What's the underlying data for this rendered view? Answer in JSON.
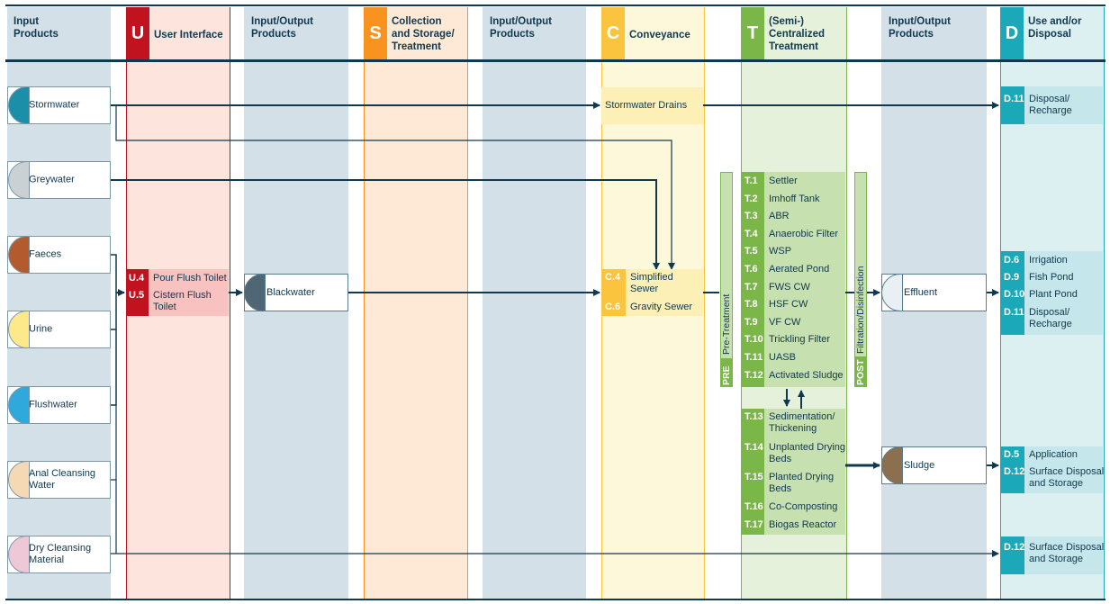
{
  "headers": {
    "input_products": "Input\nProducts",
    "user_interface": {
      "letter": "U",
      "title": "User Interface"
    },
    "io_products_1": "Input/Output\nProducts",
    "collection": {
      "letter": "S",
      "title": "Collection\nand Storage/\nTreatment"
    },
    "io_products_2": "Input/Output\nProducts",
    "conveyance": {
      "letter": "C",
      "title": "Conveyance"
    },
    "treatment": {
      "letter": "T",
      "title": "(Semi-)\nCentralized\nTreatment"
    },
    "io_products_3": "Input/Output\nProducts",
    "disposal": {
      "letter": "D",
      "title": "Use and/or\nDisposal"
    }
  },
  "inputs": {
    "stormwater": "Stormwater",
    "greywater": "Greywater",
    "faeces": "Faeces",
    "urine": "Urine",
    "flushwater": "Flushwater",
    "anal": "Anal Cleansing\nWater",
    "dry": "Dry Cleansing\nMaterial"
  },
  "user_interface": [
    {
      "code": "U.4",
      "label": "Pour Flush Toilet"
    },
    {
      "code": "U.5",
      "label": "Cistern Flush\nToilet"
    }
  ],
  "blackwater": "Blackwater",
  "stormwater_drains": "Stormwater Drains",
  "conveyance": [
    {
      "code": "C.4",
      "label": "Simplified\nSewer"
    },
    {
      "code": "C.6",
      "label": "Gravity Sewer"
    }
  ],
  "pre": {
    "short": "PRE",
    "long": "Pre-Treatment"
  },
  "post": {
    "short": "POST",
    "long": "Filtration/Disinfection"
  },
  "treatment_liquid": [
    {
      "code": "T.1",
      "label": "Settler"
    },
    {
      "code": "T.2",
      "label": "Imhoff Tank"
    },
    {
      "code": "T.3",
      "label": "ABR"
    },
    {
      "code": "T.4",
      "label": "Anaerobic Filter"
    },
    {
      "code": "T.5",
      "label": "WSP"
    },
    {
      "code": "T.6",
      "label": "Aerated Pond"
    },
    {
      "code": "T.7",
      "label": "FWS CW"
    },
    {
      "code": "T.8",
      "label": "HSF CW"
    },
    {
      "code": "T.9",
      "label": "VF CW"
    },
    {
      "code": "T.10",
      "label": "Trickling Filter"
    },
    {
      "code": "T.11",
      "label": "UASB"
    },
    {
      "code": "T.12",
      "label": "Activated Sludge"
    }
  ],
  "treatment_sludge": [
    {
      "code": "T.13",
      "label": "Sedimentation/\nThickening"
    },
    {
      "code": "T.14",
      "label": "Unplanted Drying\nBeds"
    },
    {
      "code": "T.15",
      "label": "Planted Drying\nBeds"
    },
    {
      "code": "T.16",
      "label": "Co-Composting"
    },
    {
      "code": "T.17",
      "label": "Biogas Reactor"
    }
  ],
  "effluent": "Effluent",
  "sludge": "Sludge",
  "disposal_storm": [
    {
      "code": "D.11",
      "label": "Disposal/\nRecharge"
    }
  ],
  "disposal_effluent": [
    {
      "code": "D.6",
      "label": "Irrigation"
    },
    {
      "code": "D.9",
      "label": "Fish Pond"
    },
    {
      "code": "D.10",
      "label": "Plant Pond"
    },
    {
      "code": "D.11",
      "label": "Disposal/\nRecharge"
    }
  ],
  "disposal_sludge": [
    {
      "code": "D.5",
      "label": "Application"
    },
    {
      "code": "D.12",
      "label": "Surface Disposal\nand Storage"
    }
  ],
  "disposal_dry": [
    {
      "code": "D.12",
      "label": "Surface Disposal\nand Storage"
    }
  ],
  "colors": {
    "navy": "#10384f",
    "input_col": "#d3e0e8",
    "u": "#c1121f",
    "u_bg": "#fde5dd",
    "u_box": "#f8c2c0",
    "s": "#f7931e",
    "s_bg": "#fde9d6",
    "c": "#fbc43f",
    "c_bg": "#fef8db",
    "c_box": "#fdf0b6",
    "t": "#7ab648",
    "t_bg": "#e5f1db",
    "t_box": "#c7e0b0",
    "d": "#1ba9b9",
    "d_bg": "#dcf0f2",
    "d_box": "#c5e6ea"
  }
}
